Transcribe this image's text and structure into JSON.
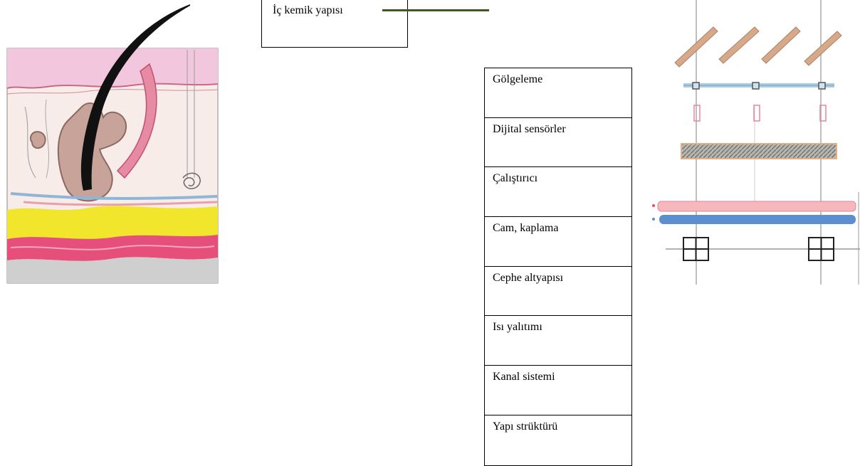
{
  "top_label": "İç kemik yapısı",
  "layers": [
    "Gölgeleme",
    "Dijital sensörler",
    "Çalıştırıcı",
    "Cam, kaplama",
    "Cephe altyapısı",
    "Isı yalıtımı",
    "Kanal sistemi",
    "Yapı strüktürü"
  ],
  "colors": {
    "connector": "#3d5a1e",
    "skin_top": "#f2c6dc",
    "fat": "#f2e62c",
    "muscle": "#e64f7a",
    "base": "#cfcfcf",
    "shading": "#d5a98a",
    "sensor_bar": "#a8cfe6",
    "thermal": "#f6b7bd",
    "duct": "#5b8fd0"
  }
}
